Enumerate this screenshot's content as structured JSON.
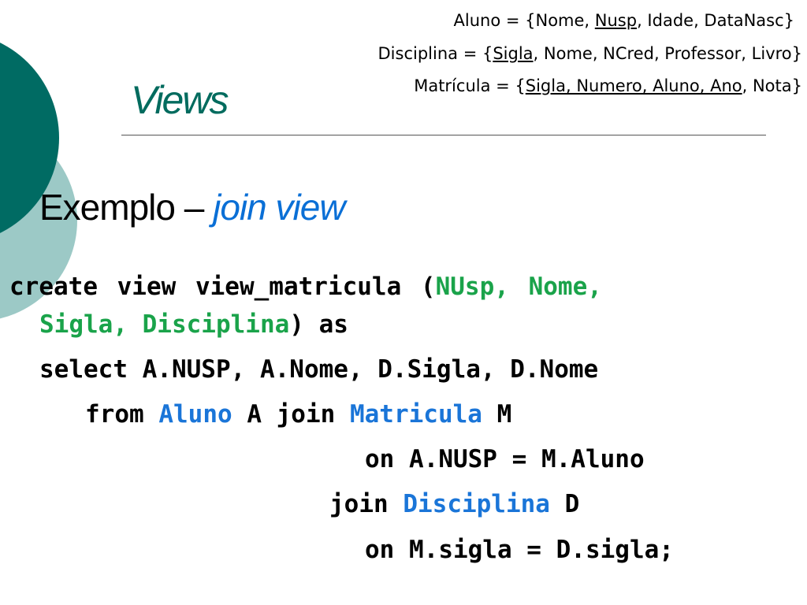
{
  "schema": [
    {
      "parts": [
        {
          "text": "Aluno = {Nome, ",
          "u": false
        },
        {
          "text": "Nusp",
          "u": true
        },
        {
          "text": ", Idade, DataNasc}",
          "u": false
        }
      ]
    },
    {
      "parts": [
        {
          "text": "Disciplina = {",
          "u": false
        },
        {
          "text": "Sigla",
          "u": true
        },
        {
          "text": ", Nome, NCred, Professor, Livro}",
          "u": false
        }
      ]
    },
    {
      "parts": [
        {
          "text": "Matrícula = {",
          "u": false
        },
        {
          "text": "Sigla, Numero, Aluno, Ano",
          "u": true
        },
        {
          "text": ", Nota}",
          "u": false
        }
      ]
    }
  ],
  "title": "Views",
  "subtitle": {
    "main": "Exemplo  – ",
    "emph": "join view"
  },
  "code": [
    [
      {
        "t": "create view view_matricula (",
        "c": ""
      },
      {
        "t": "NUsp, Nome,",
        "c": "g"
      }
    ],
    [
      {
        "t": "Sigla, Disciplina",
        "c": "g"
      },
      {
        "t": ") as",
        "c": ""
      }
    ],
    [
      {
        "t": "select A.NUSP, A.Nome, D.Sigla, D.Nome",
        "c": ""
      }
    ],
    [
      {
        "t": "from ",
        "c": ""
      },
      {
        "t": "Aluno",
        "c": "b"
      },
      {
        "t": " A join ",
        "c": ""
      },
      {
        "t": "Matricula",
        "c": "b"
      },
      {
        "t": " M",
        "c": ""
      }
    ],
    [
      {
        "t": "on A.NUSP = M.Aluno",
        "c": ""
      }
    ],
    [
      {
        "t": "join ",
        "c": ""
      },
      {
        "t": "Disciplina",
        "c": "b"
      },
      {
        "t": " D",
        "c": ""
      }
    ],
    [
      {
        "t": "on M.sigla = D.sigla;",
        "c": ""
      }
    ]
  ],
  "colors": {
    "deco_dark": "#006b63",
    "deco_light": "#9cc9c6",
    "title": "#006b5e",
    "keyword_green": "#1aa34a",
    "keyword_blue": "#1a75d8"
  }
}
